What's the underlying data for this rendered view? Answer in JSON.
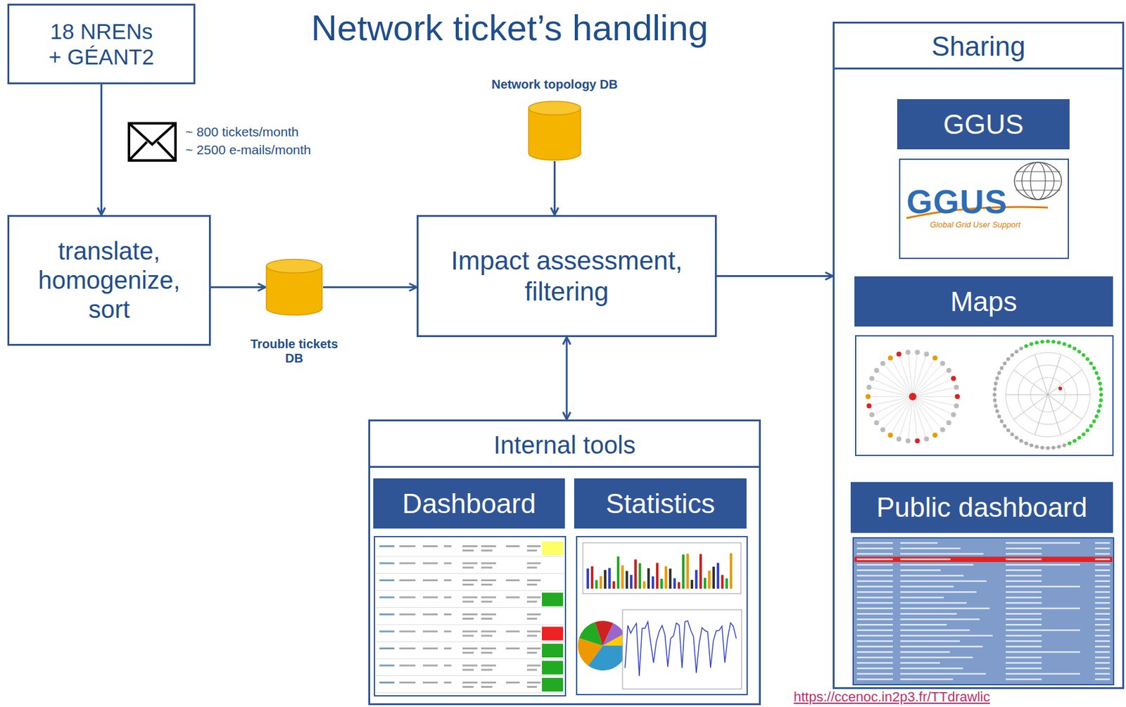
{
  "diagram": {
    "title": "Network ticket’s handling",
    "nodes": [
      {
        "text": [
          "18 NRENs + GÉANT2"
        ]
      },
      {
        "text": [
          "translate, homogenize, sort"
        ]
      },
      {
        "text": [
          "Trouble tickets DB"
        ]
      },
      {
        "text": [
          "Network topology DB"
        ]
      },
      {
        "text": [
          "Impact assessment, filtering"
        ]
      },
      {
        "text": [
          "Internal tools"
        ]
      },
      {
        "text": [
          "Dashboard"
        ],
        "in": 5
      },
      {
        "text": [
          "Statistics"
        ],
        "in": 5
      },
      {
        "text": [
          "Sharing"
        ]
      },
      {
        "text": [
          "GGUS"
        ],
        "in": 8
      },
      {
        "text": [
          "Maps"
        ],
        "in": 8
      },
      {
        "text": [
          "Public dashboard"
        ],
        "in": 8
      }
    ],
    "edges": [
      {
        "from": 0,
        "to": 1,
        "arrow": "to"
      },
      {
        "from": 1,
        "to": 2,
        "arrow": "to"
      },
      {
        "from": 2,
        "to": 4,
        "arrow": "to"
      },
      {
        "from": 3,
        "to": 4,
        "arrow": "to"
      },
      {
        "from": 4,
        "to": 5,
        "arrow": "both"
      },
      {
        "from": 4,
        "to": 8,
        "arrow": "to"
      }
    ],
    "labels": [
      "~ 800 tickets/month",
      "~ 2500 e-mails/month",
      "GGUS",
      "Global Grid User Support",
      "https://ccenoc.in2p3.fr/TTdrawlic"
    ]
  }
}
